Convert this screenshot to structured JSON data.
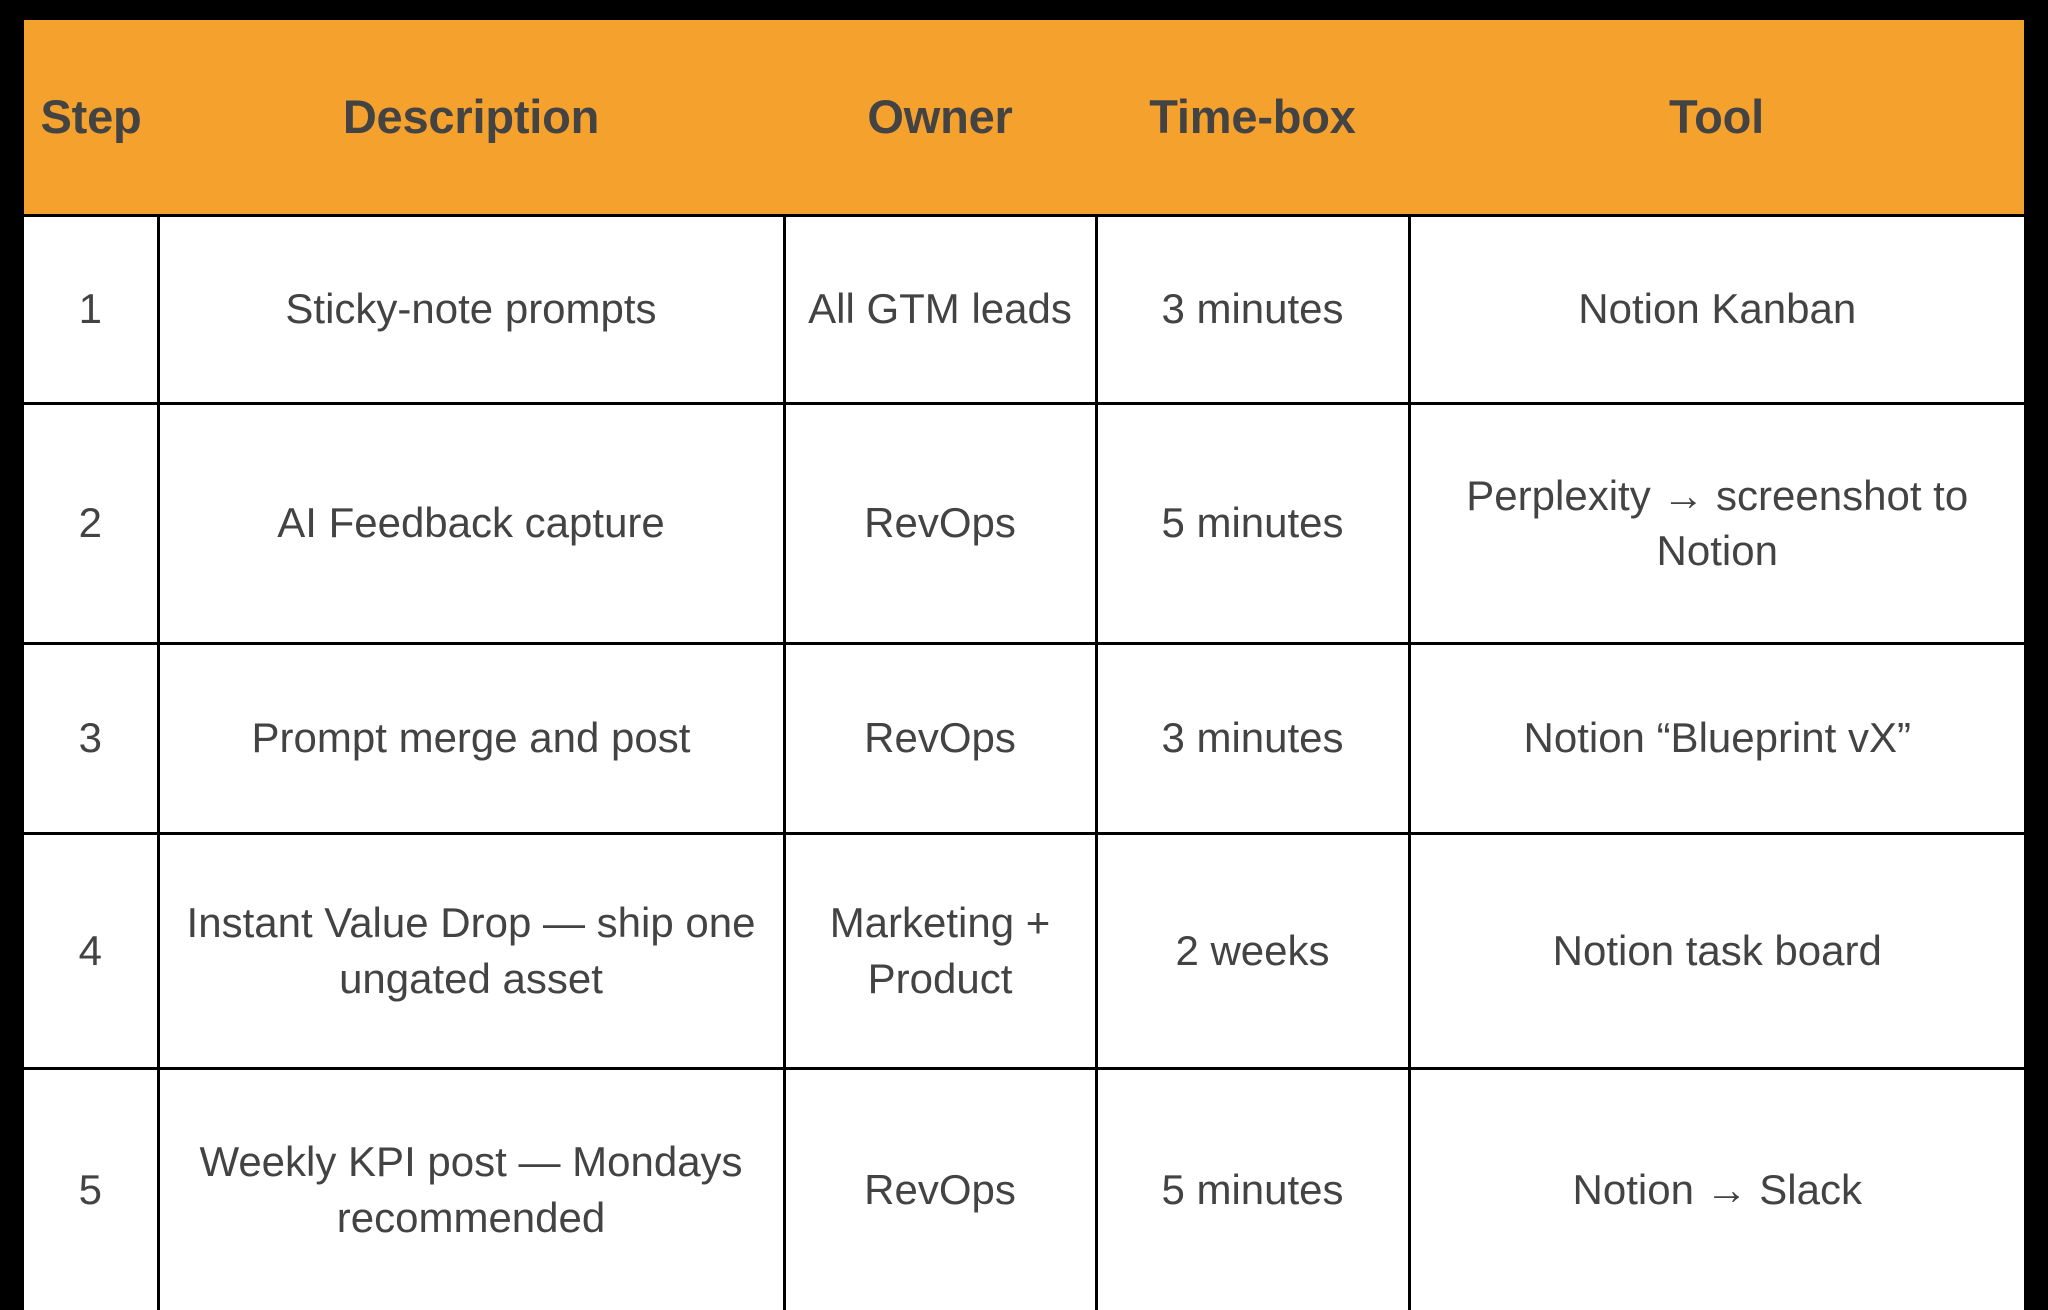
{
  "theme": {
    "header_background": "#F5A12E",
    "text_color": "#434343",
    "border_color": "#000000",
    "cell_background": "#FFFFFF"
  },
  "table": {
    "columns": [
      {
        "key": "step",
        "label": "Step"
      },
      {
        "key": "description",
        "label": "Description"
      },
      {
        "key": "owner",
        "label": "Owner"
      },
      {
        "key": "timebox",
        "label": "Time-box"
      },
      {
        "key": "tool",
        "label": "Tool"
      }
    ],
    "rows": [
      {
        "step": "1",
        "description": "Sticky-note prompts",
        "owner": "All GTM leads",
        "timebox": "3 minutes",
        "tool": "Notion Kanban"
      },
      {
        "step": "2",
        "description": "AI Feedback capture",
        "owner": "RevOps",
        "timebox": "5 minutes",
        "tool": "Perplexity → screenshot to Notion"
      },
      {
        "step": "3",
        "description": "Prompt merge and post",
        "owner": "RevOps",
        "timebox": "3 minutes",
        "tool": "Notion “Blueprint vX”"
      },
      {
        "step": "4",
        "description": "Instant Value Drop — ship one ungated asset",
        "owner": "Marketing + Product",
        "timebox": "2 weeks",
        "tool": "Notion task board"
      },
      {
        "step": "5",
        "description": "Weekly KPI post — Mondays recommended",
        "owner": "RevOps",
        "timebox": "5 minutes",
        "tool": "Notion → Slack"
      }
    ]
  }
}
